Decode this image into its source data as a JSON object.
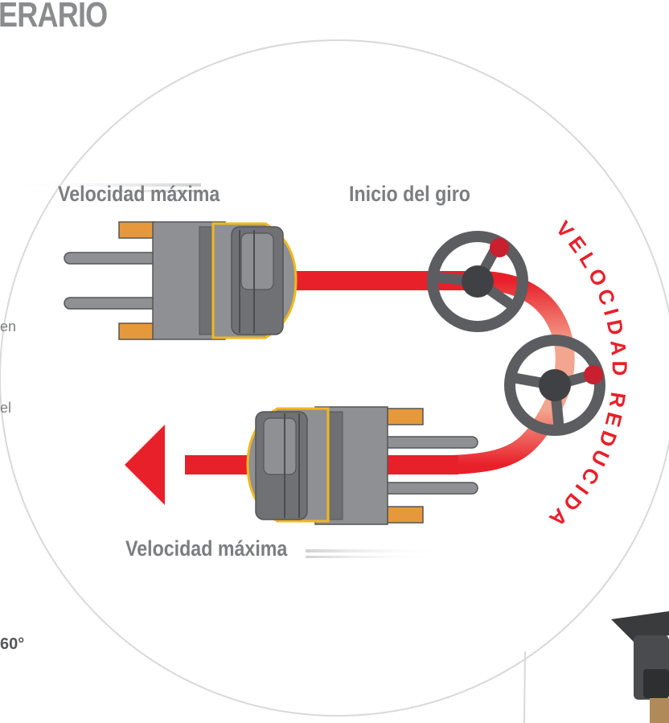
{
  "header": {
    "title": "ERARIO"
  },
  "diagram": {
    "top_speed_label": "Velocidad máxima",
    "turn_start_label": "Inicio del giro",
    "bottom_speed_label": "Velocidad máxima",
    "reduced_speed_label": "VELOCIDAD REDUCIDA"
  },
  "left_fragments": {
    "line1": "en",
    "line2": "el",
    "line3": "60°"
  },
  "colors": {
    "accent_red": "#e8202a",
    "forklift_body": "#8e9094",
    "forklift_yellow": "#f3b71e",
    "fork_tip_orange": "#e5993a",
    "circle_outline": "#d9d9d9",
    "wheel_dark": "#5c5d60",
    "knob_red": "#c8202e"
  }
}
